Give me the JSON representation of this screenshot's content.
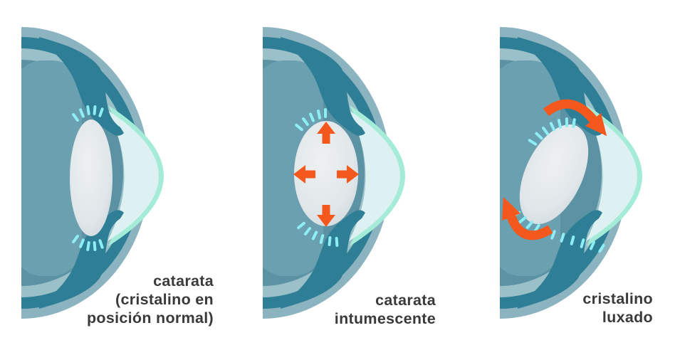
{
  "figure_title": "eye cross-section cataract stages",
  "panels": [
    {
      "name": "catarata-posicion-normal",
      "caption_lines": [
        "catarata",
        "(cristalino en",
        "posición normal)"
      ]
    },
    {
      "name": "catarata-intumescente",
      "caption_lines": [
        "catarata",
        "intumescente"
      ]
    },
    {
      "name": "cristalino-luxado",
      "caption_lines": [
        "cristalino",
        "luxado"
      ]
    }
  ],
  "colors": {
    "background": "#ffffff",
    "sclera_outer": "#8cb4c0",
    "sclera_band_dark": "#2e7e96",
    "sclera_inner": "#9ac0ca",
    "vitreous": "#5b93a5",
    "vitreous_light": "#6ba0b0",
    "iris": "#2e7e96",
    "lens_center": "#eef1f2",
    "lens_mid": "#e0e6e9",
    "lens_edge": "#c7d2d7",
    "zonule": "#8deef5",
    "cornea_fill": "#def1f2",
    "cornea_rim": "#a5ecd8",
    "arrow": "#f5581c",
    "caption_text": "#3a3a3a"
  }
}
